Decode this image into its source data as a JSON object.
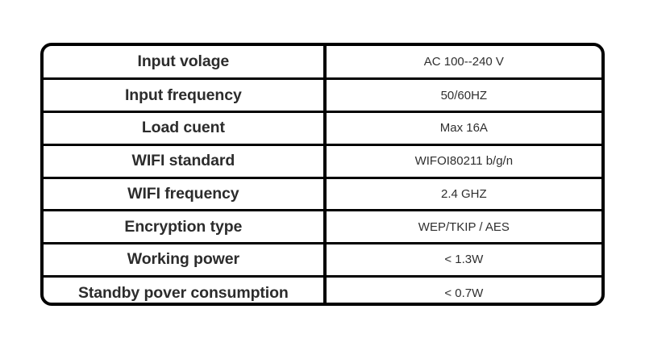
{
  "spec_table": {
    "rows": [
      {
        "label": "Input volage",
        "value": "AC 100--240 V"
      },
      {
        "label": "Input frequency",
        "value": "50/60HZ"
      },
      {
        "label": "Load cuent",
        "value": "Max 16A"
      },
      {
        "label": "WIFI standard",
        "value": "WIFOI80211 b/g/n"
      },
      {
        "label": "WIFI frequency",
        "value": "2.4 GHZ"
      },
      {
        "label": "Encryption type",
        "value": "WEP/TKIP / AES"
      },
      {
        "label": "Working power",
        "value": "< 1.3W"
      },
      {
        "label": "Standby pover consumption",
        "value": "< 0.7W"
      }
    ]
  },
  "style": {
    "border_color": "#000000",
    "text_color": "#2c2c2c",
    "background": "#ffffff"
  }
}
